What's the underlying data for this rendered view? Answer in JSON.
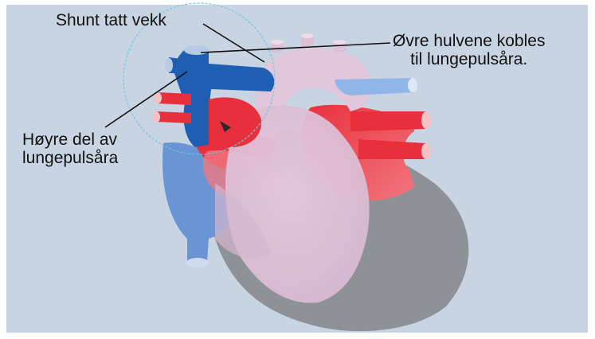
{
  "labels": {
    "shunt_removed": "Shunt tatt vekk",
    "upper_vena_cava_line1": "Øvre hulvene kobles",
    "upper_vena_cava_line2": "til lungepulsåra.",
    "right_pulmonary_line1": "Høyre del av",
    "right_pulmonary_line2": "lungepulsåra"
  },
  "colors": {
    "background": "#c8d4e2",
    "venous_blue": "#1e5fb4",
    "arterial_red": "#e8303c",
    "heart_pink": "#e2c6dc",
    "heart_grey": "#8e9196",
    "highlight_circle": "#6ec8de"
  }
}
